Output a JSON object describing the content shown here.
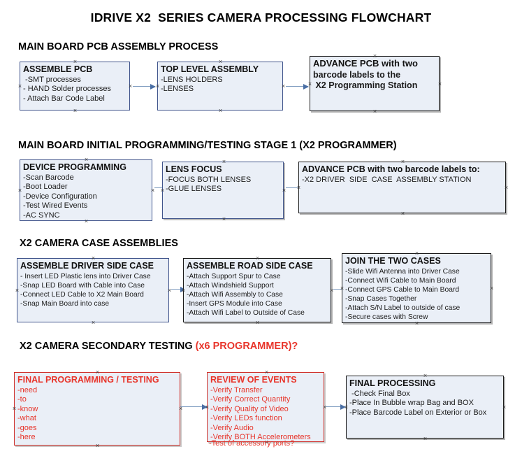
{
  "document": {
    "title": "IDRIVE X2  SERIES CAMERA PROCESSING FLOWCHART"
  },
  "sections": [
    {
      "id": "main-board-pcb-assembly",
      "heading": "MAIN BOARD PCB ASSEMBLY PROCESS",
      "heading_accent": ""
    },
    {
      "id": "main-board-initial-programming",
      "heading": "MAIN BOARD INITIAL PROGRAMMING/TESTING STAGE 1 (X2 PROGRAMMER)",
      "heading_accent": ""
    },
    {
      "id": "x2-camera-case-assemblies",
      "heading": "X2 CAMERA CASE ASSEMBLIES",
      "heading_accent": ""
    },
    {
      "id": "x2-camera-secondary-testing",
      "heading": "X2 CAMERA SECONDARY TESTING ",
      "heading_accent": "(x6 PROGRAMMER)?"
    }
  ],
  "nodes": {
    "assemble_pcb": {
      "title": "ASSEMBLE PCB",
      "lines": [
        " -SMT processes",
        "- HAND Solder processes",
        "- Attach Bar Code Label"
      ]
    },
    "top_level_assembly": {
      "title": "TOP LEVEL ASSEMBLY",
      "lines": [
        "-LENS HOLDERS",
        "-LENSES"
      ]
    },
    "advance_pcb_programming_station": {
      "title": "ADVANCE PCB with two",
      "lines": [
        "barcode labels to the",
        " X2 Programming Station"
      ]
    },
    "device_programming": {
      "title": "DEVICE PROGRAMMING",
      "lines": [
        "-Scan Barcode",
        "-Boot Loader",
        "-Device Configuration",
        "-Test Wired Events",
        "-AC SYNC"
      ]
    },
    "lens_focus": {
      "title": "LENS FOCUS",
      "lines": [
        "-FOCUS BOTH LENSES",
        "-GLUE LENSES"
      ]
    },
    "advance_pcb_driver_side": {
      "title": "ADVANCE PCB with two barcode labels to:",
      "lines": [
        "-X2 DRIVER  SIDE  CASE  ASSEMBLY STATION"
      ]
    },
    "assemble_driver_side_case": {
      "title": "ASSEMBLE DRIVER SIDE CASE",
      "lines": [
        "- Insert LED Plastic lens into Driver Case",
        "-Snap LED Board with Cable into Case",
        "-Connect LED Cable to X2 Main Board",
        "-Snap Main Board into case"
      ]
    },
    "assemble_road_side_case": {
      "title": "ASSEMBLE ROAD SIDE CASE",
      "lines": [
        "-Attach Support Spur to Case",
        "-Attach Windshield Support",
        "-Attach Wifi Assembly to Case",
        "-Insert GPS Module into Case",
        "-Attach Wifi Label to Outside of Case"
      ]
    },
    "join_the_two_cases": {
      "title": "JOIN THE TWO CASES",
      "lines": [
        "-Slide Wifi Antenna into Driver Case",
        "-Connect Wifi Cable to Main Board",
        "-Connect GPS Cable to Main Board",
        "-Snap Cases Together",
        "-Attach S/N Label to outside of case",
        "-Secure cases with Screw"
      ]
    },
    "final_programming_testing": {
      "title": "FINAL PROGRAMMING / TESTING",
      "lines": [
        "-need",
        "-to",
        "-know",
        "-what",
        "-goes",
        "-here"
      ]
    },
    "review_of_events": {
      "title": "REVIEW OF EVENTS",
      "lines": [
        "-Verify Transfer",
        "-Verify Correct Quantity",
        "-Verify Quality of Video",
        "-Verify LEDs function",
        "-Verify Audio",
        "-Verify BOTH Accelerometers"
      ],
      "overflow_line": "-Test of accessory ports?"
    },
    "final_processing": {
      "title": "FINAL PROCESSING",
      "lines": [
        " -Check Final Box",
        "-Place In Bubble wrap Bag and BOX",
        "-Place Barcode Label on Exterior or Box"
      ]
    }
  },
  "colors": {
    "node_fill": "#eaeff7",
    "node_border_blue": "#41558c",
    "node_border_dark": "#1a1a1a",
    "accent_red": "#e8352b",
    "connector": "#7f9cc0",
    "arrow_head": "#4a6fa5",
    "text": "#1b1b1b"
  }
}
